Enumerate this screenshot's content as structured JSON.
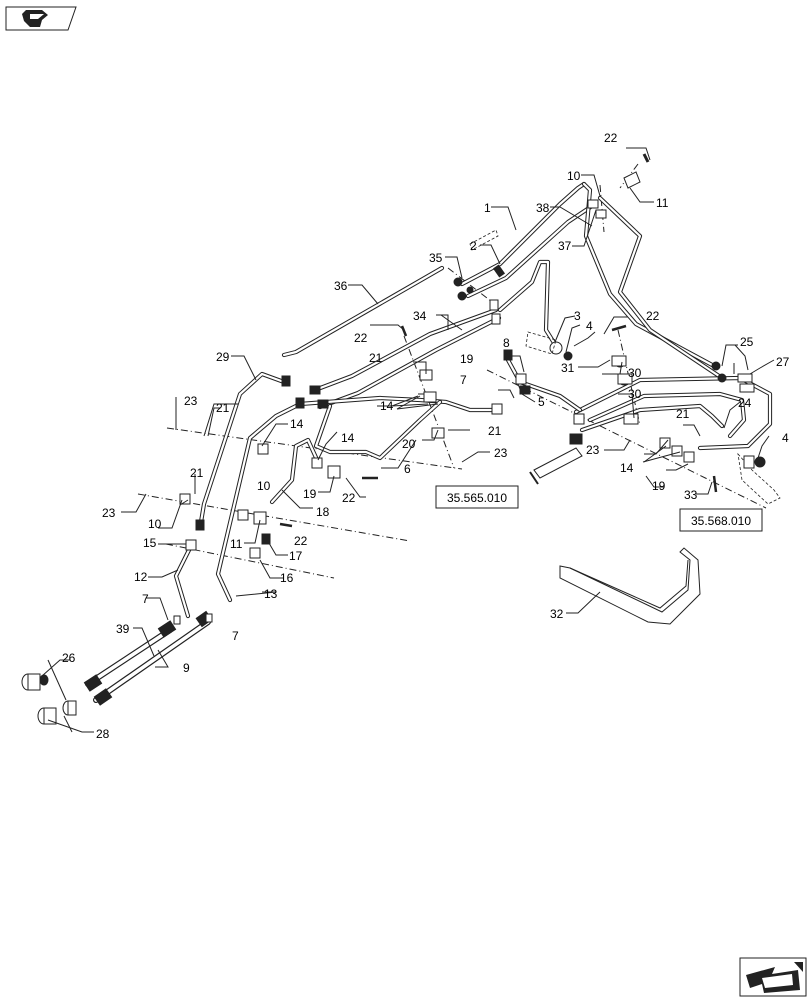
{
  "reference_boxes": [
    "35.565.010",
    "35.568.010"
  ],
  "callouts": {
    "c1": "1",
    "c2": "2",
    "c3": "3",
    "c4a": "4",
    "c4b": "4",
    "c5": "5",
    "c6": "6",
    "c7a": "7",
    "c7b": "7",
    "c7c": "7",
    "c8": "8",
    "c9": "9",
    "c10a": "10",
    "c10b": "10",
    "c10c": "10",
    "c11a": "11",
    "c11b": "11",
    "c12": "12",
    "c13": "13",
    "c14a": "14",
    "c14b": "14",
    "c14c": "14",
    "c14d": "14",
    "c15": "15",
    "c16": "16",
    "c17": "17",
    "c18": "18",
    "c19a": "19",
    "c19b": "19",
    "c19c": "19",
    "c20": "20",
    "c21a": "21",
    "c21b": "21",
    "c21c": "21",
    "c21d": "21",
    "c21e": "21",
    "c22a": "22",
    "c22b": "22",
    "c22c": "22",
    "c22d": "22",
    "c22e": "22",
    "c23a": "23",
    "c23b": "23",
    "c23c": "23",
    "c23d": "23",
    "c24": "24",
    "c25": "25",
    "c26": "26",
    "c27": "27",
    "c28": "28",
    "c29": "29",
    "c30a": "30",
    "c30b": "30",
    "c31": "31",
    "c32": "32",
    "c33": "33",
    "c34": "34",
    "c35": "35",
    "c36": "36",
    "c37": "37",
    "c38": "38",
    "c39": "39"
  },
  "icons": {
    "top_left": "book-pages-icon",
    "bottom_right": "next-page-arrow-icon"
  }
}
